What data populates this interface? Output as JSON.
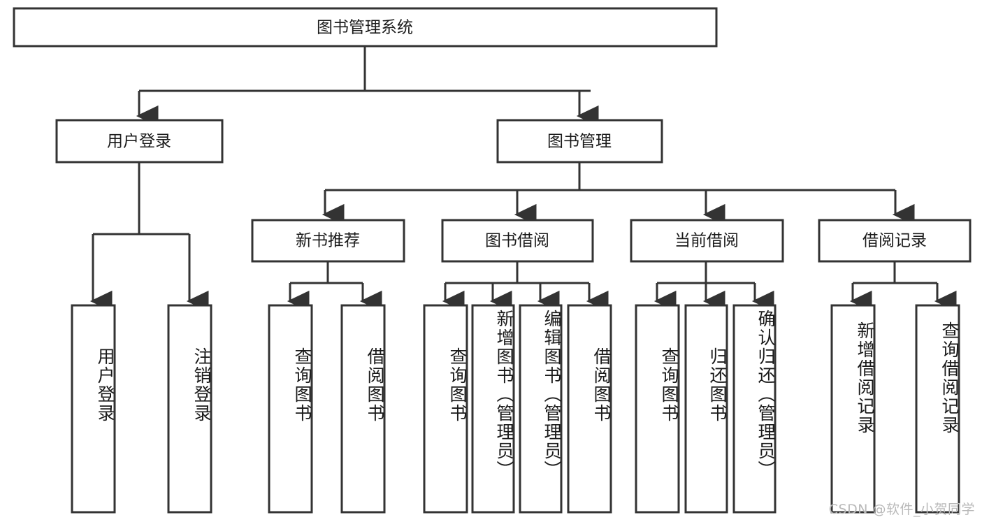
{
  "diagram": {
    "type": "tree",
    "title_node": {
      "id": "root",
      "label": "图书管理系统"
    },
    "level2": [
      {
        "id": "user-login",
        "label": "用户登录"
      },
      {
        "id": "book-manage",
        "label": "图书管理"
      }
    ],
    "level3": [
      {
        "id": "new-book-rec",
        "label": "新书推荐",
        "parent": "book-manage"
      },
      {
        "id": "book-borrow",
        "label": "图书借阅",
        "parent": "book-manage"
      },
      {
        "id": "current-borrow",
        "label": "当前借阅",
        "parent": "book-manage"
      },
      {
        "id": "borrow-record",
        "label": "借阅记录",
        "parent": "book-manage"
      }
    ],
    "leaves": [
      {
        "id": "leaf-user-login",
        "label": "用户登录",
        "parent": "user-login"
      },
      {
        "id": "leaf-user-logout",
        "label": "注销登录",
        "parent": "user-login"
      },
      {
        "id": "leaf-query-book-1",
        "label": "查询图书",
        "parent": "new-book-rec"
      },
      {
        "id": "leaf-borrow-book-1",
        "label": "借阅图书",
        "parent": "new-book-rec"
      },
      {
        "id": "leaf-query-book-2",
        "label": "查询图书",
        "parent": "book-borrow"
      },
      {
        "id": "leaf-add-book",
        "label": "新增图书（管理员）",
        "parent": "book-borrow"
      },
      {
        "id": "leaf-edit-book",
        "label": "编辑图书（管理员）",
        "parent": "book-borrow"
      },
      {
        "id": "leaf-borrow-book-2",
        "label": "借阅图书",
        "parent": "book-borrow"
      },
      {
        "id": "leaf-query-book-3",
        "label": "查询图书",
        "parent": "current-borrow"
      },
      {
        "id": "leaf-return-book",
        "label": "归还图书",
        "parent": "current-borrow"
      },
      {
        "id": "leaf-confirm-return",
        "label": "确认归还（管理员）",
        "parent": "current-borrow"
      },
      {
        "id": "leaf-add-record",
        "label": "新增借阅记录",
        "parent": "borrow-record"
      },
      {
        "id": "leaf-query-record",
        "label": "查询借阅记录",
        "parent": "borrow-record"
      }
    ]
  },
  "watermark": {
    "text": "CSDN @软件_小贺同学"
  },
  "colors": {
    "stroke": "#333333",
    "fill": "#ffffff",
    "text": "#1a1a1a",
    "watermark": "#b9b9b9"
  }
}
